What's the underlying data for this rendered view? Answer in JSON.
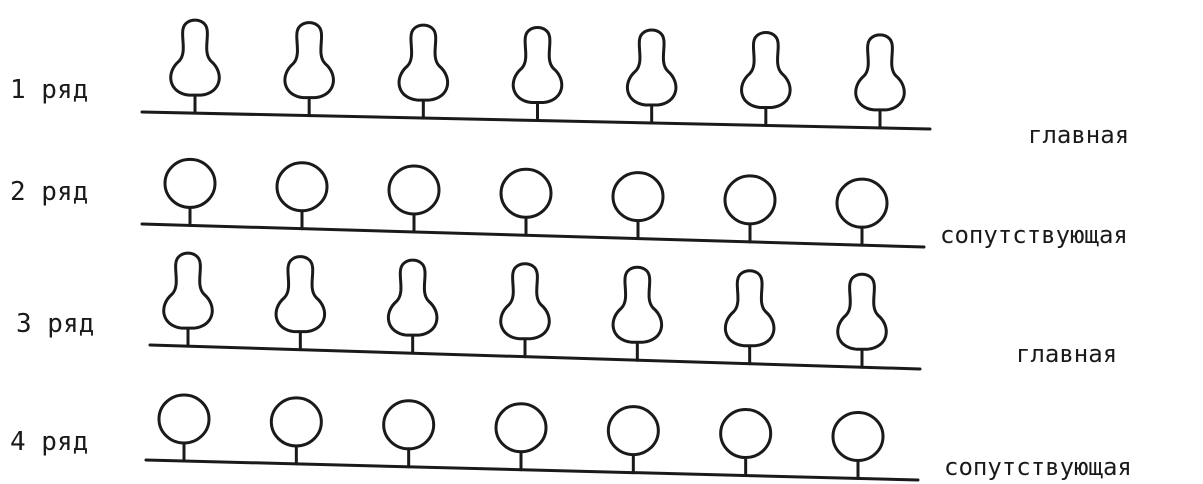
{
  "rows": [
    {
      "label": "1 ряд",
      "type": "главная",
      "tree_shape": "tall-pear",
      "tree_count": 7
    },
    {
      "label": "2 ряд",
      "type": "сопутствующая",
      "tree_shape": "round",
      "tree_count": 7
    },
    {
      "label": "3 ряд",
      "type": "главная",
      "tree_shape": "tall-pear",
      "tree_count": 7
    },
    {
      "label": "4 ряд",
      "type": "сопутствующая",
      "tree_shape": "round",
      "tree_count": 7
    }
  ],
  "colors": {
    "ink": "#1a1a1a",
    "background": "#ffffff"
  }
}
